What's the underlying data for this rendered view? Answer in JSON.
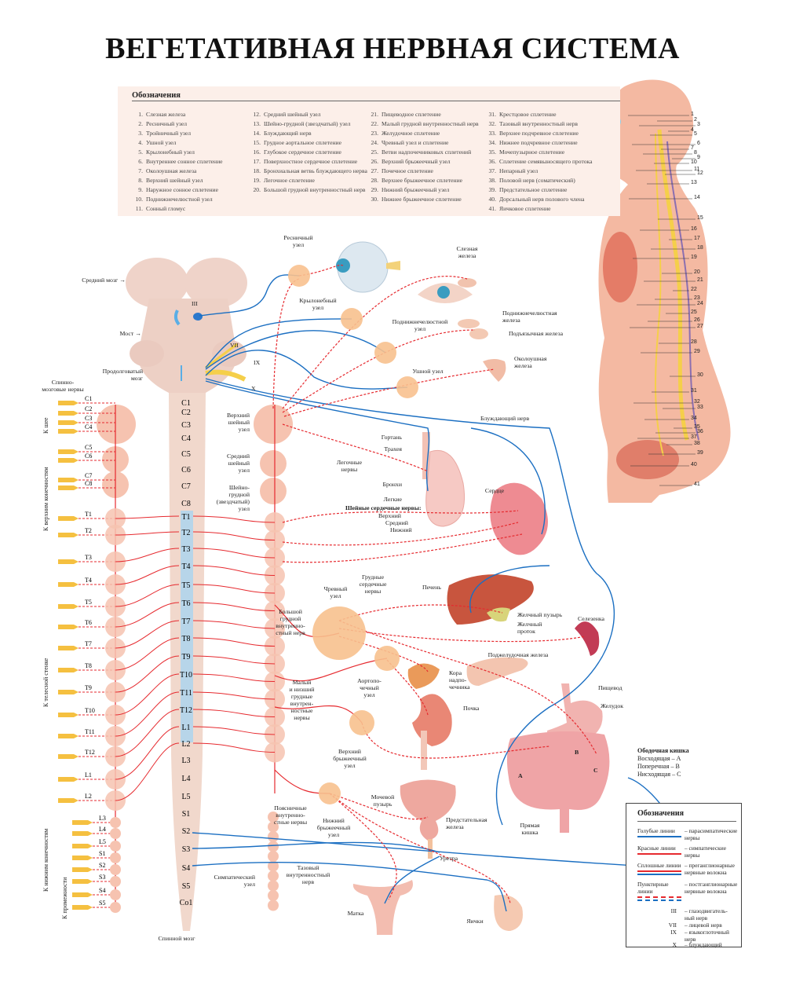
{
  "title": "ВЕГЕТАТИВНАЯ НЕРВНАЯ СИСТЕМА",
  "top_legend": {
    "heading": "Обозначения",
    "items": [
      "Слезная железа",
      "Ресничный узел",
      "Тройничный узел",
      "Ушной узел",
      "Крылонебный узел",
      "Внутреннее сонное сплетение",
      "Околоушная железа",
      "Верхний шейный узел",
      "Наружное сонное сплетение",
      "Поднижнечелюстной узел",
      "Сонный гломус",
      "Средний шейный узел",
      "Шейно-грудной (звездчатый) узел",
      "Блуждающий нерв",
      "Грудное аортальное сплетение",
      "Глубокое сердечное сплетение",
      "Поверхностное сердечное сплетение",
      "Бронхиальная ветвь блуждающего нерва",
      "Легочное сплетение",
      "Большой грудной внутренностный нерв",
      "Пищеводное сплетение",
      "Малый грудной внутренностный нерв",
      "Желудочное сплетение",
      "Чревный узел и сплетение",
      "Ветви надпочечниковых сплетений",
      "Верхний брыжеечный узел",
      "Почечное сплетение",
      "Верхнее брыжеечное сплетение",
      "Нижний брыжеечный узел",
      "Нижнее брыжеечное сплетение",
      "Крестцовое сплетение",
      "Тазовый внутренностный нерв",
      "Верхнее подчревное сплетение",
      "Нижнее подчревное сплетение",
      "Мочепузырное сплетение",
      "Сплетение семявыносящего протока",
      "Непарный узел",
      "Половой нерв (соматический)",
      "Предстательное сплетение",
      "Дорсальный нерв полового члена",
      "Яичковое сплетение"
    ]
  },
  "brain": {
    "midbrain": "Средний мозг",
    "pons": "Мост",
    "medulla": "Продолговатый\nмозг",
    "spinal_nerves": "Спинно-\nмозговые нервы",
    "spinal_cord": "Спинной мозг",
    "arrow": "→"
  },
  "cranial_nerves": [
    "III",
    "VII",
    "IX",
    "X"
  ],
  "spinal_segments": [
    "C1",
    "C2",
    "C3",
    "C4",
    "C5",
    "C6",
    "C7",
    "C8",
    "T1",
    "T2",
    "T3",
    "T4",
    "T5",
    "T6",
    "T7",
    "T8",
    "T9",
    "T10",
    "T11",
    "T12",
    "L1",
    "L2",
    "L3",
    "L4",
    "L5",
    "S1",
    "S2",
    "S3",
    "S4",
    "S5",
    "Co1"
  ],
  "spinal_nerves": [
    "C1",
    "C2",
    "C3",
    "C4",
    "C5",
    "C6",
    "C7",
    "C8",
    "T1",
    "T2",
    "T3",
    "T4",
    "T5",
    "T6",
    "T7",
    "T8",
    "T9",
    "T10",
    "T11",
    "T12",
    "L1",
    "L2",
    "L3",
    "L4",
    "L5",
    "S1",
    "S2",
    "S3",
    "S4",
    "S5"
  ],
  "target_groups": {
    "neck": "К шее",
    "upper_limbs": "К верхним конечностям",
    "body_wall": "К телесной стенке",
    "lower_limbs": "К нижним конечностям",
    "perineum": "К промежности"
  },
  "labels": {
    "ciliary": "Ресничный\nузел",
    "lacrimal": "Слезная\nжелеза",
    "pterygopalatine": "Крылонебный\nузел",
    "submandibular_ganglion": "Поднижнечелюстной\nузел",
    "submandibular_gland": "Поднижнечелюстная\nжелеза",
    "sublingual": "Подъязычная железа",
    "otic": "Ушной узел",
    "parotid": "Околоушная\nжелеза",
    "vagus": "Блуждающий нерв",
    "superior_cervical": "Верхний\nшейный\nузел",
    "middle_cervical": "Средний\nшейный\nузел",
    "cervicothoracic": "Шейно-\nгрудной\n(звездчатый)\nузел",
    "larynx": "Гортань",
    "trachea": "Трахея",
    "pulmonary_nerves": "Легочные\nнервы",
    "bronchi": "Бронхи",
    "lungs": "Легкие",
    "cervical_cardiac": "Шейные сердечные нервы:",
    "upper": "Верхний",
    "middle": "Средний",
    "lower": "Нижний",
    "heart": "Сердце",
    "thoracic_cardiac": "Грудные\nсердечные\nнервы",
    "liver": "Печень",
    "celiac": "Чревный\nузел",
    "greater_splanchnic": "Большой\nгрудной\nвнутренно-\nстный нерв",
    "gallbladder": "Желчный пузырь",
    "bile_duct": "Желчный\nпроток",
    "spleen": "Селезенка",
    "pancreas": "Поджелудочная железа",
    "adrenal": "Кора\nнадпо-\nчечника",
    "aorticorenal": "Аортопо-\nчечный\nузел",
    "lesser_splanchnic": "Малый\nи низший\nгрудные\nвнутрен-\nностные\nнервы",
    "kidney": "Почка",
    "esophagus": "Пищевод",
    "stomach": "Желудок",
    "superior_mesenteric": "Верхний\nбрыжеечный\nузел",
    "bladder": "Мочевой\nпузырь",
    "lumbar_splanchnic": "Поясничные\nвнутренно-\nстные нервы",
    "inferior_mesenteric": "Нижний\nбрыжеечный\nузел",
    "prostate": "Предстательная\nжелеза",
    "rectum": "Прямая\nкишка",
    "urethra": "Уретра",
    "pelvic_splanchnic": "Тазовый\nвнутренностный\nнерв",
    "sympathetic_ganglion": "Симпатический\nузел",
    "uterus": "Матка",
    "testes": "Яички"
  },
  "colon": {
    "heading": "Ободочная кишка",
    "items": [
      "Восходящая – A",
      "Поперечная – B",
      "Нисходящая – C"
    ],
    "letters": [
      "A",
      "B",
      "C"
    ]
  },
  "legend": {
    "heading": "Обозначения",
    "rows": [
      {
        "key": "Голубые линии",
        "value": "– парасимпатические нервы"
      },
      {
        "key": "Красные линии",
        "value": "– симпатические нервы"
      },
      {
        "key": "Сплошные линии",
        "value": "– преганглионарные нервные волокна"
      },
      {
        "key": "Пунктирные линии",
        "value": "– постганглионарные нервные волокна"
      }
    ],
    "cranial": [
      {
        "key": "III",
        "value": "– глазодвигатель-\nный нерв"
      },
      {
        "key": "VII",
        "value": "– лицевой нерв"
      },
      {
        "key": "IX",
        "value": "– языкоглоточный\nнерв"
      },
      {
        "key": "X",
        "value": "– блуждающий"
      }
    ]
  },
  "colors": {
    "parasympathetic": "#1b6fc2",
    "sympathetic": "#e62a2f",
    "ganglion": "#f8c18f",
    "chain": "#f6c3b0",
    "skin": "#f4b9a2",
    "nerve_yellow": "#f5cf4a"
  }
}
